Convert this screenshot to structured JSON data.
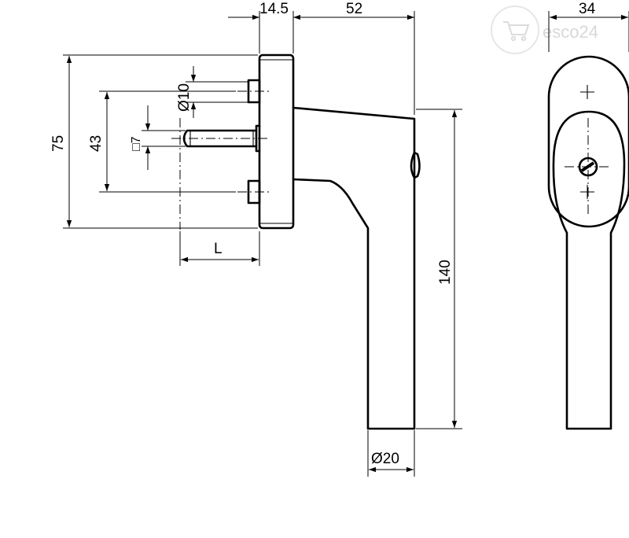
{
  "watermark": {
    "text": "esco24",
    "icon": "shopping-cart-icon",
    "color": "#d9d9d9"
  },
  "dimensions": {
    "rose_depth": "14.5",
    "handle_projection": "52",
    "rose_width": "34",
    "rose_height": "75",
    "screw_spacing": "43",
    "screw_diameter": "Ø10",
    "spindle_square": "□7",
    "spindle_length": "L",
    "handle_length": "140",
    "grip_diameter": "Ø20"
  }
}
